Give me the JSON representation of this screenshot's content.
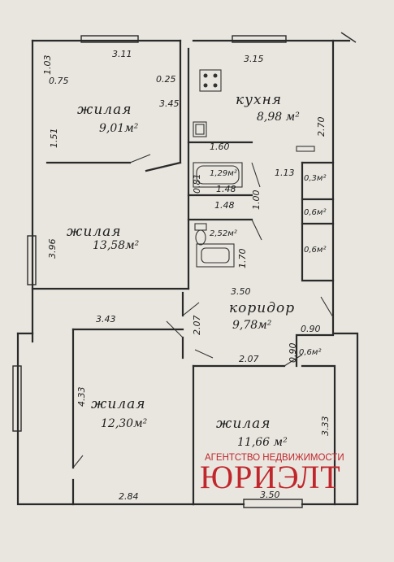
{
  "rooms": [
    {
      "name": "жилая",
      "area": "9,01м²"
    },
    {
      "name": "кухня",
      "area": "8,98 м²"
    },
    {
      "name": "жилая",
      "area": "13,58м²"
    },
    {
      "name": "коридор",
      "area": "9,78м²"
    },
    {
      "name": "жилая",
      "area": "12,30м²"
    },
    {
      "name": "жилая",
      "area": "11,66 м²"
    }
  ],
  "small_areas": {
    "bath": "1,29м²",
    "wc": "2,52м²",
    "closet1": "0,3м²",
    "closet2": "0,6м²",
    "closet3": "0,6м²",
    "closet4": "0,6м²"
  },
  "dimensions": {
    "d311": "3.11",
    "d315": "3.15",
    "d103": "1.03",
    "d075": "0.75",
    "d025": "0.25",
    "d345": "3.45",
    "d270": "2.70",
    "d151": "1.51",
    "d160": "1.60",
    "d113": "1.13",
    "d081": "0.81",
    "d148a": "1.48",
    "d148b": "1.48",
    "d100": "1.00",
    "d170": "1.70",
    "d396": "3.96",
    "d350a": "3.50",
    "d343": "3.43",
    "d207a": "2.07",
    "d090a": "0.90",
    "d090b": "0.90",
    "d207b": "2.07",
    "d433": "4.33",
    "d333": "3.33",
    "d284": "2.84",
    "d350b": "3.50"
  },
  "watermark": {
    "agency": "АГЕНТСТВО НЕДВИЖИМОСТИ",
    "brand": "ЮРИЭЛТ"
  }
}
